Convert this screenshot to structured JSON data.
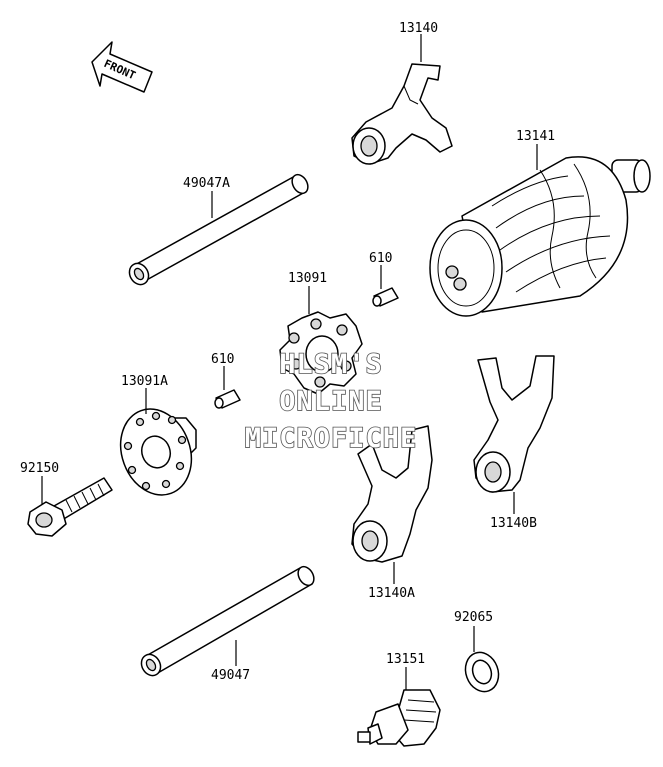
{
  "orientation": {
    "front_label": "FRONT"
  },
  "watermark": {
    "line1": "HLSM'S",
    "line2": "ONLINE",
    "line3": "MICROFICHE"
  },
  "parts": [
    {
      "id": "p13140",
      "label": "13140"
    },
    {
      "id": "p13141",
      "label": "13141"
    },
    {
      "id": "p49047A",
      "label": "49047A"
    },
    {
      "id": "p610a",
      "label": "610"
    },
    {
      "id": "p13091",
      "label": "13091"
    },
    {
      "id": "p610b",
      "label": "610"
    },
    {
      "id": "p13091A",
      "label": "13091A"
    },
    {
      "id": "p92150",
      "label": "92150"
    },
    {
      "id": "p13140B",
      "label": "13140B"
    },
    {
      "id": "p13140A",
      "label": "13140A"
    },
    {
      "id": "p92065",
      "label": "92065"
    },
    {
      "id": "p13151",
      "label": "13151"
    },
    {
      "id": "p49047",
      "label": "49047"
    }
  ]
}
